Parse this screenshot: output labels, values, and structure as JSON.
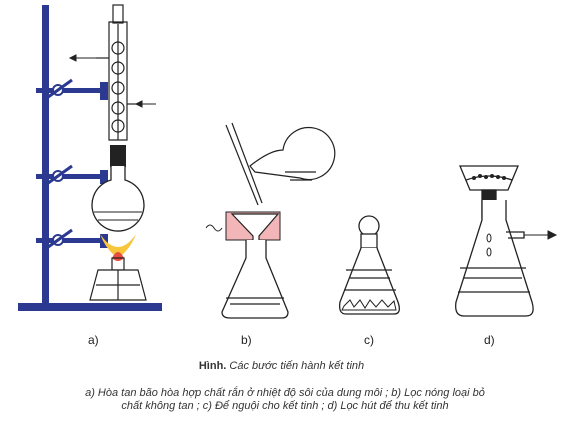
{
  "figure": {
    "panel_labels": [
      "a)",
      "b)",
      "c)",
      "d)"
    ],
    "caption_title": "Hình.",
    "caption_subtitle": "Các bước tiến hành kết tinh",
    "caption_line1": "a) Hòa tan bão hòa hợp chất rắn ở nhiệt độ sôi của dung môi ; b) Lọc nóng loại bỏ",
    "caption_line2": "chất không tan ; c) Để nguội cho kết tinh ; d) Lọc hút để thu kết tinh"
  },
  "colors": {
    "stand": "#2b3990",
    "line": "#222222",
    "flame": "#f7c63a",
    "heater": "#f2b6b8"
  }
}
